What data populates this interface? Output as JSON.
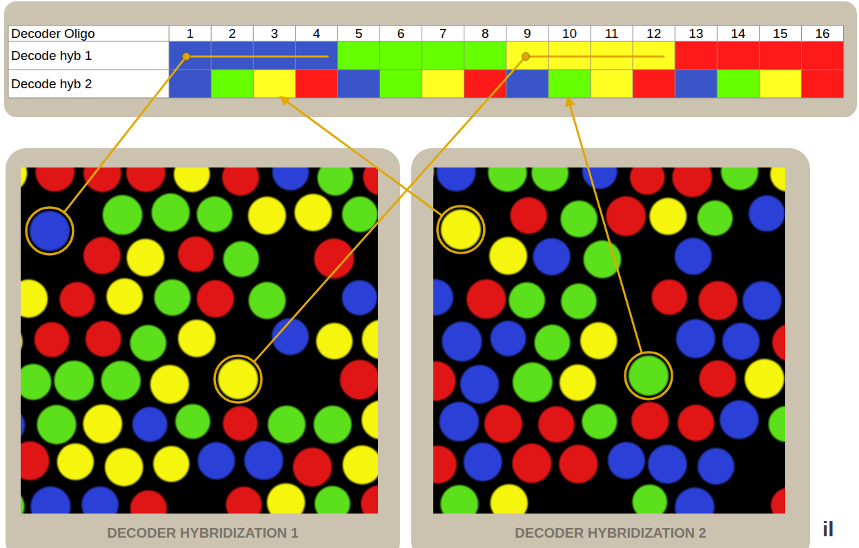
{
  "diagram": {
    "nodes": [
      {
        "text": [
          "DECODER HYBRIDIZATION 1"
        ]
      },
      {
        "text": [
          "DECODER HYBRIDIZATION 2"
        ]
      }
    ],
    "labels": [
      "Decoder Oligo",
      "1",
      "2",
      "3",
      "4",
      "5",
      "6",
      "7",
      "8",
      "9",
      "10",
      "11",
      "12",
      "13",
      "14",
      "15",
      "16",
      "Decode hyb 1",
      "Decode hyb 2",
      "il"
    ]
  }
}
